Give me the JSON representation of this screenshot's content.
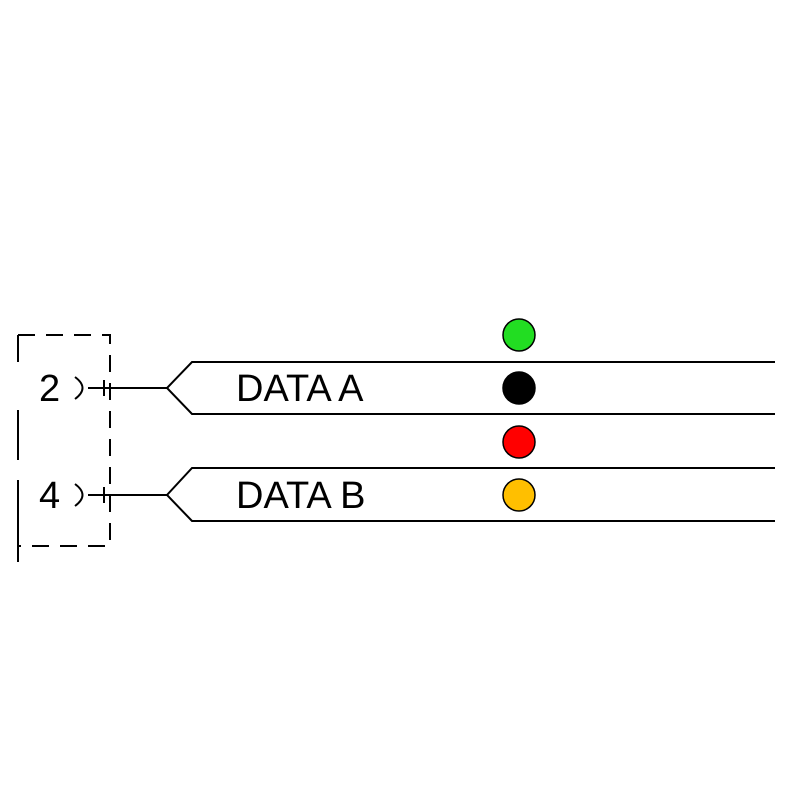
{
  "connector": {
    "pins": [
      {
        "number": "2",
        "signal": "DATA A"
      },
      {
        "number": "4",
        "signal": "DATA B"
      }
    ]
  },
  "wire_colors": [
    {
      "name": "green",
      "hex": "#22dd22"
    },
    {
      "name": "black",
      "hex": "#000000"
    },
    {
      "name": "red",
      "hex": "#ff0000"
    },
    {
      "name": "yellow",
      "hex": "#ffbf00"
    }
  ]
}
